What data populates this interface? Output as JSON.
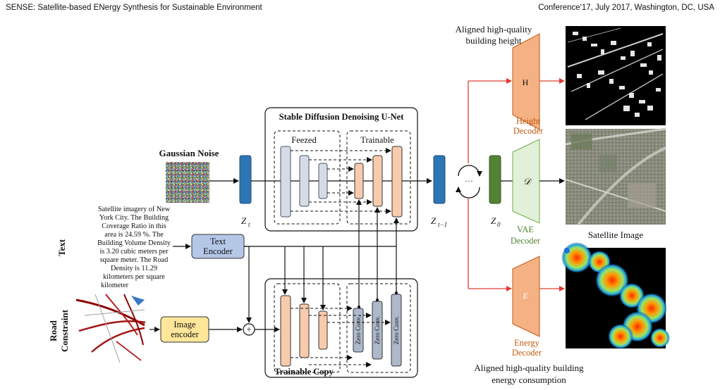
{
  "header": {
    "left": "SENSE: Satellite-based ENergy Synthesis for Sustainable Environment",
    "right": "Conference'17, July 2017, Washington, DC, USA"
  },
  "inputs": {
    "noise_label": "Gaussian Noise",
    "text_side_label": "Text",
    "road_side_label": [
      "Road",
      "Constraint"
    ],
    "prompt_lines": [
      "Satellite imagery of New",
      "York City. The Building",
      "Coverage Ratio in this",
      "area is 24.59 %. The",
      "Building Volume Density",
      "is 3.20 cubic meters per",
      "square meter. The Road",
      "Density is 11.29",
      "kilometers per square",
      "kilometer"
    ]
  },
  "modules": {
    "text_encoder": [
      "Text",
      "Encoder"
    ],
    "image_encoder": [
      "Image",
      "encoder"
    ],
    "unet_title": "Stable Diffusion Denoising U-Net",
    "frozen_label": "Feezed",
    "trainable_label": "Trainable",
    "copy_label": "Trainable Copy",
    "zero_conv": "Zero Conv."
  },
  "latents": {
    "zt": "Z",
    "zt_sub": "t",
    "ztm1": "Z",
    "ztm1_sub": "t−1",
    "z0": "Z",
    "z0_sub": "0",
    "loop": "···"
  },
  "decoders": {
    "height": {
      "glyph": "H",
      "label": [
        "Height",
        "Decoder"
      ]
    },
    "vae": {
      "glyph": "𝒟",
      "label": [
        "VAE",
        "Decoder"
      ]
    },
    "energy": {
      "glyph": "E",
      "label": [
        "Energy",
        "Decoder"
      ]
    }
  },
  "outputs": {
    "height_caption": [
      "Aligned high-quality",
      "building height"
    ],
    "sat_caption": "Satellite Image",
    "energy_caption": [
      "Aligned high-quality building",
      "energy consumption"
    ]
  },
  "colors": {
    "latent_blue": "#2e75b6",
    "latent_green": "#548235",
    "frozen_fill": "#d6dce5",
    "trainable_fill": "#f8cbad",
    "zero_fill": "#adb9ca",
    "text_enc": "#b4c7e7",
    "img_enc": "#ffe699",
    "height_dec": "#f4b183",
    "vae_dec": "#e2f0d9",
    "arrow_red": "#e03c31",
    "height_text": "#c55a11",
    "vae_text": "#548235"
  }
}
